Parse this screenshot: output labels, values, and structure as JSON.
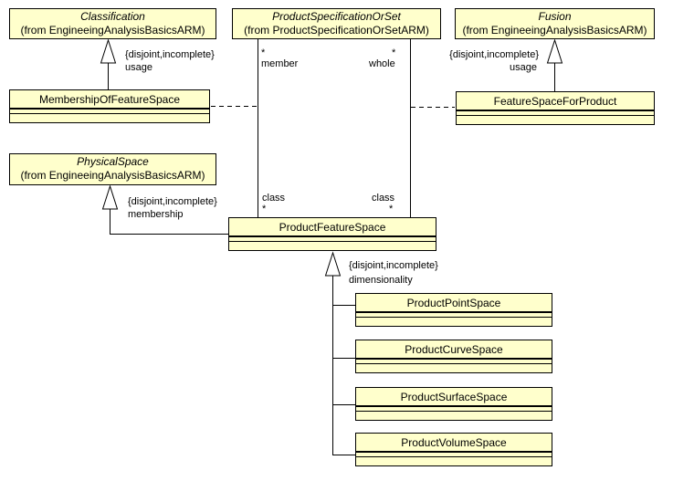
{
  "colors": {
    "class_fill": "#ffffcc",
    "class_border": "#000000",
    "background": "#ffffff"
  },
  "classes": {
    "classification": {
      "name": "Classification",
      "package": "(from EngineeingAnalysisBasicsARM)"
    },
    "product_specification_or_set": {
      "name": "ProductSpecificationOrSet",
      "package": "(from ProductSpecificationOrSetARM)"
    },
    "fusion": {
      "name": "Fusion",
      "package": "(from EngineeingAnalysisBasicsARM)"
    },
    "physical_space": {
      "name": "PhysicalSpace",
      "package": "(from EngineeingAnalysisBasicsARM)"
    },
    "membership_of_feature_space": {
      "name": "MembershipOfFeatureSpace"
    },
    "feature_space_for_product": {
      "name": "FeatureSpaceForProduct"
    },
    "product_feature_space": {
      "name": "ProductFeatureSpace"
    },
    "product_point_space": {
      "name": "ProductPointSpace"
    },
    "product_curve_space": {
      "name": "ProductCurveSpace"
    },
    "product_surface_space": {
      "name": "ProductSurfaceSpace"
    },
    "product_volume_space": {
      "name": "ProductVolumeSpace"
    }
  },
  "generalization_labels": {
    "usage_left": {
      "constraint": "{disjoint,incomplete}",
      "role": "usage"
    },
    "usage_right": {
      "constraint": "{disjoint,incomplete}",
      "role": "usage"
    },
    "membership": {
      "constraint": "{disjoint,incomplete}",
      "role": "membership"
    },
    "dimensionality": {
      "constraint": "{disjoint,incomplete}",
      "role": "dimensionality"
    }
  },
  "association_ends": {
    "member": {
      "multiplicity": "*",
      "role": "member"
    },
    "whole": {
      "multiplicity": "*",
      "role": "whole"
    },
    "class_left": {
      "role": "class",
      "multiplicity": "*"
    },
    "class_right": {
      "role": "class",
      "multiplicity": "*"
    }
  }
}
